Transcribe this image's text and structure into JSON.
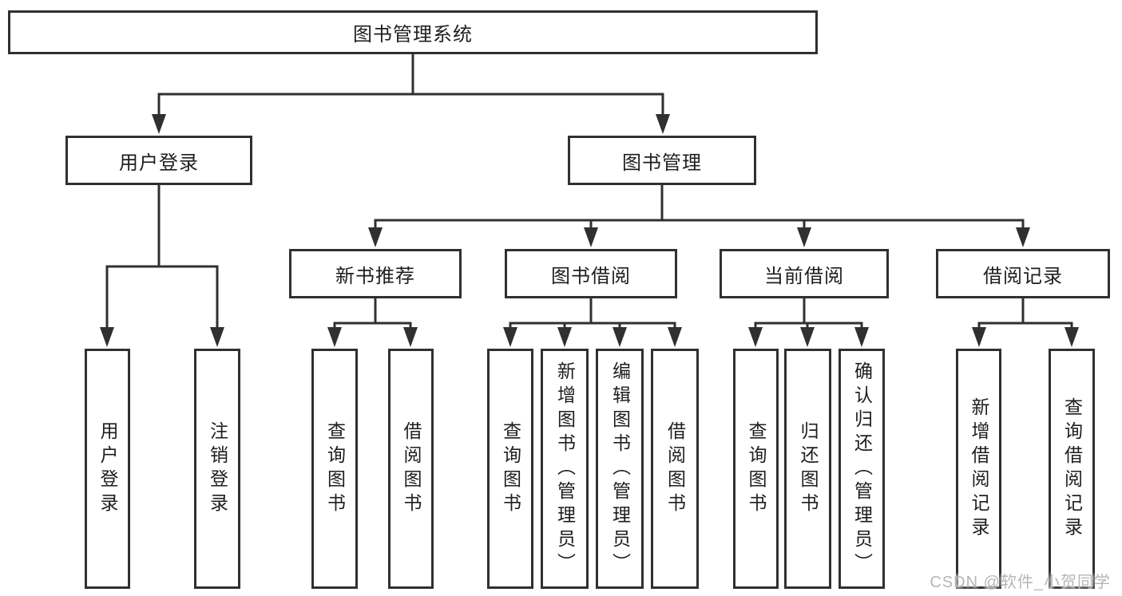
{
  "diagram_title": "图书管理系统",
  "tree": {
    "root": {
      "label": "图书管理系统"
    },
    "branches": [
      {
        "label": "用户登录",
        "children": [
          {
            "label": "用户登录"
          },
          {
            "label": "注销登录"
          }
        ]
      },
      {
        "label": "图书管理",
        "children": [
          {
            "label": "新书推荐",
            "children": [
              {
                "label": "查询图书"
              },
              {
                "label": "借阅图书"
              }
            ]
          },
          {
            "label": "图书借阅",
            "children": [
              {
                "label": "查询图书"
              },
              {
                "label": "新增图书（管理员）"
              },
              {
                "label": "编辑图书（管理员）"
              },
              {
                "label": "借阅图书"
              }
            ]
          },
          {
            "label": "当前借阅",
            "children": [
              {
                "label": "查询图书"
              },
              {
                "label": "归还图书"
              },
              {
                "label": "确认归还（管理员）"
              }
            ]
          },
          {
            "label": "借阅记录",
            "children": [
              {
                "label": "新增借阅记录"
              },
              {
                "label": "查询借阅记录"
              }
            ]
          }
        ]
      }
    ]
  },
  "watermark": {
    "text": "CSDN @软件_小贺同学"
  },
  "colors": {
    "background": "#ffffff",
    "line": "#303030",
    "node_border": "#303030",
    "node_text": "#1e1e1e",
    "watermark_text": "#b6b6b6"
  }
}
